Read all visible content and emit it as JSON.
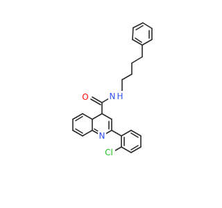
{
  "molecule": {
    "atoms": {
      "O": {
        "text": "O",
        "color": "#ff0d0d"
      },
      "N1": {
        "text": "N",
        "color": "#3050f8"
      },
      "H1": {
        "text": "H",
        "color": "#3050f8"
      },
      "N2": {
        "text": "N",
        "color": "#3050f8"
      },
      "Cl": {
        "text": "Cl",
        "color": "#1fbf1f"
      }
    }
  }
}
